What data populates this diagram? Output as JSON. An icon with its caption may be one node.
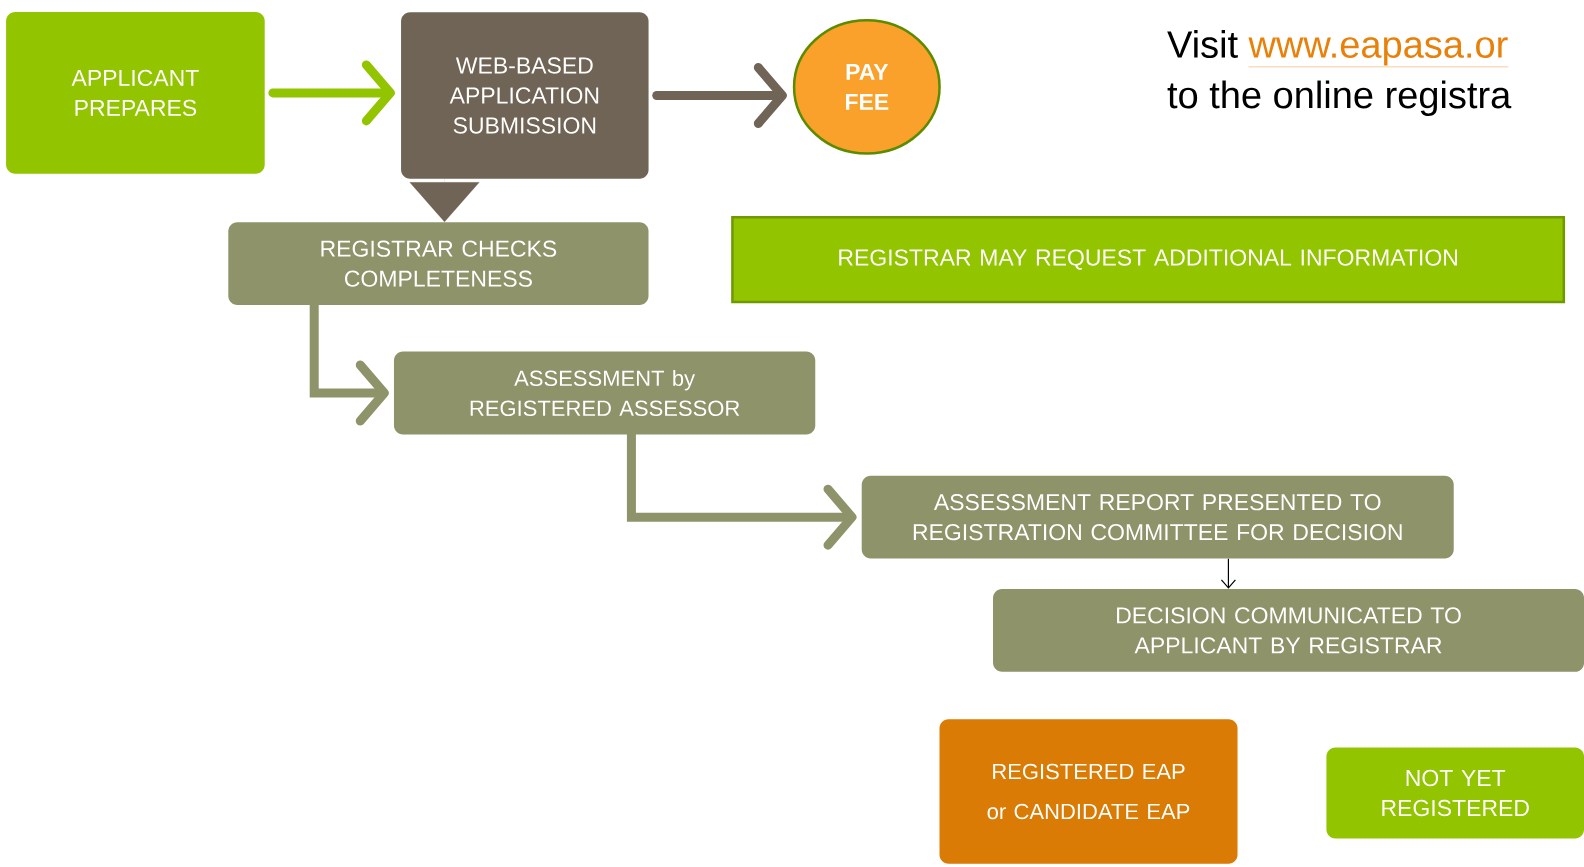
{
  "diagram": {
    "nodes": [
      {
        "text": [
          "APPLICANT PREPARES"
        ]
      },
      {
        "text": [
          "WEB-BASED APPLICATION SUBMISSION"
        ]
      },
      {
        "text": [
          "PAY FEE"
        ]
      },
      {
        "text": [
          "REGISTRAR CHECKS COMPLETENESS"
        ]
      },
      {
        "text": [
          "REGISTRAR MAY REQUEST ADDITIONAL INFORMATION"
        ]
      },
      {
        "text": [
          "ASSESSMENT by REGISTERED ASSESSOR"
        ]
      },
      {
        "text": [
          "ASSESSMENT REPORT PRESENTED TO REGISTRATION COMMITTEE FOR DECISION"
        ]
      },
      {
        "text": [
          "DECISION COMMUNICATED TO APPLICANT BY REGISTRAR"
        ]
      },
      {
        "text": [
          "REGISTERED  EAP or CANDIDATE EAP"
        ]
      },
      {
        "text": [
          "NOT YET REGISTERED"
        ]
      }
    ],
    "edges": [
      {
        "from": 0,
        "to": 1,
        "arrow": "to",
        "color": "#92c400"
      },
      {
        "from": 1,
        "to": 2,
        "arrow": "to",
        "color": "#706456"
      },
      {
        "from": 1,
        "to": 3,
        "arrow": "to",
        "color": "#706456"
      },
      {
        "from": 3,
        "to": 5,
        "arrow": "to"
      },
      {
        "from": 5,
        "to": 6,
        "arrow": "to"
      },
      {
        "from": 6,
        "to": 7,
        "arrow": "to",
        "color": "#000000"
      }
    ],
    "labels": [
      "Visit",
      "www.eapasa.or",
      "to the online registra"
    ]
  }
}
